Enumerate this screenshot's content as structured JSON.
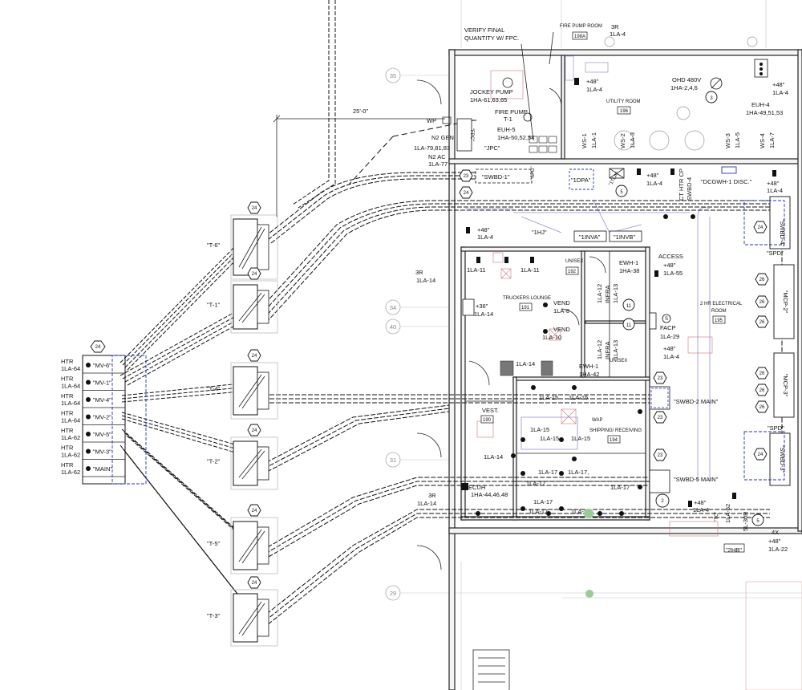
{
  "labels": {
    "verify_note_1": "VERIFY FINAL",
    "verify_note_2": "QUANTITY W/ FPC.",
    "fire_pump_room": "FIRE PUMP ROOM",
    "room_198a": "198A",
    "circuit_3r_top": "3R",
    "circuit_1la4_top": "1LA-4",
    "dim_25ft": "25'-0\"",
    "jockey_pump": "JOCKEY PUMP",
    "jockey_circuit": "1HA-61,63,65",
    "fire_pump": "FIRE PUMP",
    "fire_pump_tag": "T-1",
    "euh5": "EUH-5",
    "euh5_circuit": "1HA-50,52,54",
    "wp": "WP",
    "fpc": "\"FPC\"",
    "jpc": "\"JPC\"",
    "n2_gen": "N2 GEN",
    "n2_gen_circuit": "1LA-79,81,83",
    "n2_ac": "N2 AC",
    "n2_ac_circuit": "1LA-77",
    "plus48_1": "+48\"",
    "la4_1": "1LA-4",
    "utility_room": "UTILITY ROOM",
    "room_196": "196",
    "ohd": "OHD 480V",
    "ohd_circuit": "1HA-2,4,6",
    "euh4": "EUH-4",
    "euh4_circuit": "1HA-49,51,53",
    "plus48_r": "+48\"",
    "la4_r": "1LA-4",
    "ws1": "WS-1",
    "ws2": "WS-2",
    "ws3": "WS-3",
    "ws4": "WS-4",
    "la1": "1LA-1",
    "la3": "1LA-3",
    "la5": "1LA-5",
    "la7": "1LA-7",
    "swbd1": "\"SWBD-1\"",
    "spd_top": "\"SPD\"",
    "dpa": "\"1DPA\"",
    "tla": "\"1TLA\"",
    "plus48_tla": "+48\"",
    "la4_tla": "1LA-4",
    "ct_htr": "CT HTR CP",
    "swbd4_ct": "SWBD-4",
    "dcgwh": "\"DCGWH-1 DISC.\"",
    "plus48_dc": "+48\"",
    "la4_dc": "1LA-4",
    "swbd4_right": "\"SWBD-4\"",
    "spd_right": "\"SPD\"",
    "mcp2": "\"MCP-2\"",
    "mcp3": "\"MCP-3\"",
    "spd_right2": "\"SPD\"",
    "swbd3": "\"SWBD-3\"",
    "thj": "\"1HJ\"",
    "inva": "\"1INVA\"",
    "invb": "\"1INVB\"",
    "plus48_b": "+48\"",
    "la4_b": "1LA-4",
    "r3_mid": "3R",
    "la14_mid": "1LA-14",
    "la11a": "1LA-11",
    "la11b": "1LA-11",
    "truckers_lounge": "TRUCKERS LOUNGE",
    "room_191": "191",
    "plus36": "+36\"",
    "la14_tl": "1LA-14",
    "unisex_1": "UNISEX",
    "room_192": "192",
    "ewh1_top": "EWH-1",
    "ewh1_top_circuit": "1HA-38",
    "access": "ACCESS",
    "plus48_acc": "+48\"",
    "la55": "1LA-55",
    "vend1": "VEND",
    "la8": "1LA-8",
    "vend2": "VEND",
    "la10": "1LA-10",
    "infra1": "INFRA",
    "infra2": "INFRA",
    "la12": "1LA-12",
    "la13a": "1LA-13",
    "la12b": "1LA-12",
    "la13b": "1LA-13",
    "elec_room_1": "2 HR ELECTRICAL",
    "elec_room_2": "ROOM",
    "room_195": "195",
    "facp": "FACP",
    "la29": "1LA-29",
    "plus48_facp": "+48\"",
    "la4_facp": "1LA-4",
    "ewh1": "EWH-1",
    "ewh1_circuit": "1HA-42",
    "unisex_2": "UNISEX",
    "la14_c": "1LA-14",
    "la15_a": "1LA-15",
    "la15_b": "1LA-15",
    "vest": "VEST.",
    "room_190": "190",
    "wap": "WAP",
    "shipping": "SHIPPING/ RECEIVING",
    "room_194": "194",
    "la15_c": "1LA-15",
    "la15_d": "1LA-15",
    "la15_e": "1LA-15",
    "la14_d": "1LA-14",
    "la17_a": "1LA-17",
    "la17_b": "1LA-17,",
    "la17_c": "1LA-17",
    "la17_d": "1LA-17",
    "la17_e": "1LA-17",
    "la17_f": "1LA-17",
    "la17_g": "1LA-17",
    "swbd2": "\"SWBD-2 MAIN\"",
    "swbd5": "\"SWBD-5 MAIN\"",
    "ecuh": "ECUH",
    "ecuh_circuit": "1HA-44,46,48",
    "r3_low": "3R",
    "la14_low": "1LA-14",
    "plus48_low": "+48\"",
    "la4_low": "1LA-4",
    "tc": "\"TC\"",
    "la52": "1LA-52",
    "sl30r": "5L-30R",
    "r4x": "4X",
    "plus48_2hb": "+48\"",
    "la22": "1LA-22",
    "hb2": "\"2HB\"",
    "t6": "\"T-6\"",
    "t1": "\"T-1\"",
    "t4": "\"T-4\"",
    "t2": "\"T-2\"",
    "t5": "\"T-5\"",
    "t3": "\"T-3\""
  },
  "bubbles": {
    "b24": "24",
    "b23": "23",
    "b5": "5",
    "b3": "3",
    "b11": "11",
    "b26": "26",
    "b2": "2"
  },
  "grid_bubbles": [
    "35",
    "34",
    "40",
    "31",
    "29"
  ],
  "mv_gear": {
    "tag": "24",
    "rows": [
      {
        "htr": "HTR",
        "circuit": "1LA-64",
        "name": "\"MV-6\""
      },
      {
        "htr": "HTR",
        "circuit": "1LA-64",
        "name": "\"MV-1\""
      },
      {
        "htr": "HTR",
        "circuit": "1LA-64",
        "name": "\"MV-4\""
      },
      {
        "htr": "HTR",
        "circuit": "1LA-64",
        "name": "\"MV-2\""
      },
      {
        "htr": "HTR",
        "circuit": "1LA-62",
        "name": "\"MV-5\""
      },
      {
        "htr": "HTR",
        "circuit": "1LA-62",
        "name": "\"MV-3\""
      },
      {
        "htr": "HTR",
        "circuit": "1LA-62",
        "name": "\"MAIN\""
      }
    ]
  },
  "colors": {
    "line": "#111111",
    "panel_dash": "#2233bb",
    "grid": "#c8c8c8",
    "accent_pink": "#cc7777",
    "accent_violet": "#9a8fd0"
  }
}
